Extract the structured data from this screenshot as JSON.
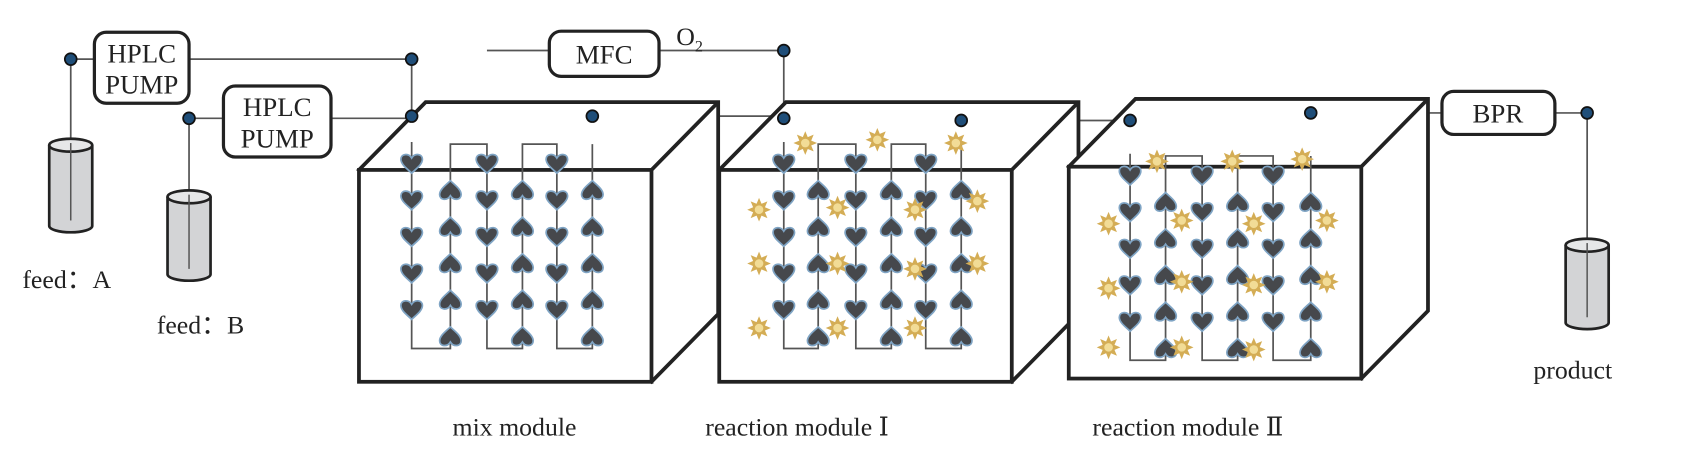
{
  "pumps": [
    {
      "line1": "HPLC",
      "line2": "PUMP"
    },
    {
      "line1": "HPLC",
      "line2": "PUMP"
    }
  ],
  "mfc": {
    "label": "MFC",
    "gas": "O",
    "gas_sub": "2"
  },
  "bpr": {
    "label": "BPR"
  },
  "feeds": {
    "a": "feed：A",
    "b": "feed：B"
  },
  "product": "product",
  "modules": {
    "mix": "mix module",
    "reaction1": "reaction module Ⅰ",
    "reaction2": "reaction module Ⅱ"
  },
  "colors": {
    "heart_fill": "#46484c",
    "heart_edge": "#7fa4c4",
    "catalyst": "#d4ad55",
    "node": "#1f4e79",
    "cylinder": "#d3d4d6"
  },
  "icons": [
    "heart-mixer-element",
    "catalyst-star",
    "connection-node",
    "reservoir-cylinder"
  ]
}
